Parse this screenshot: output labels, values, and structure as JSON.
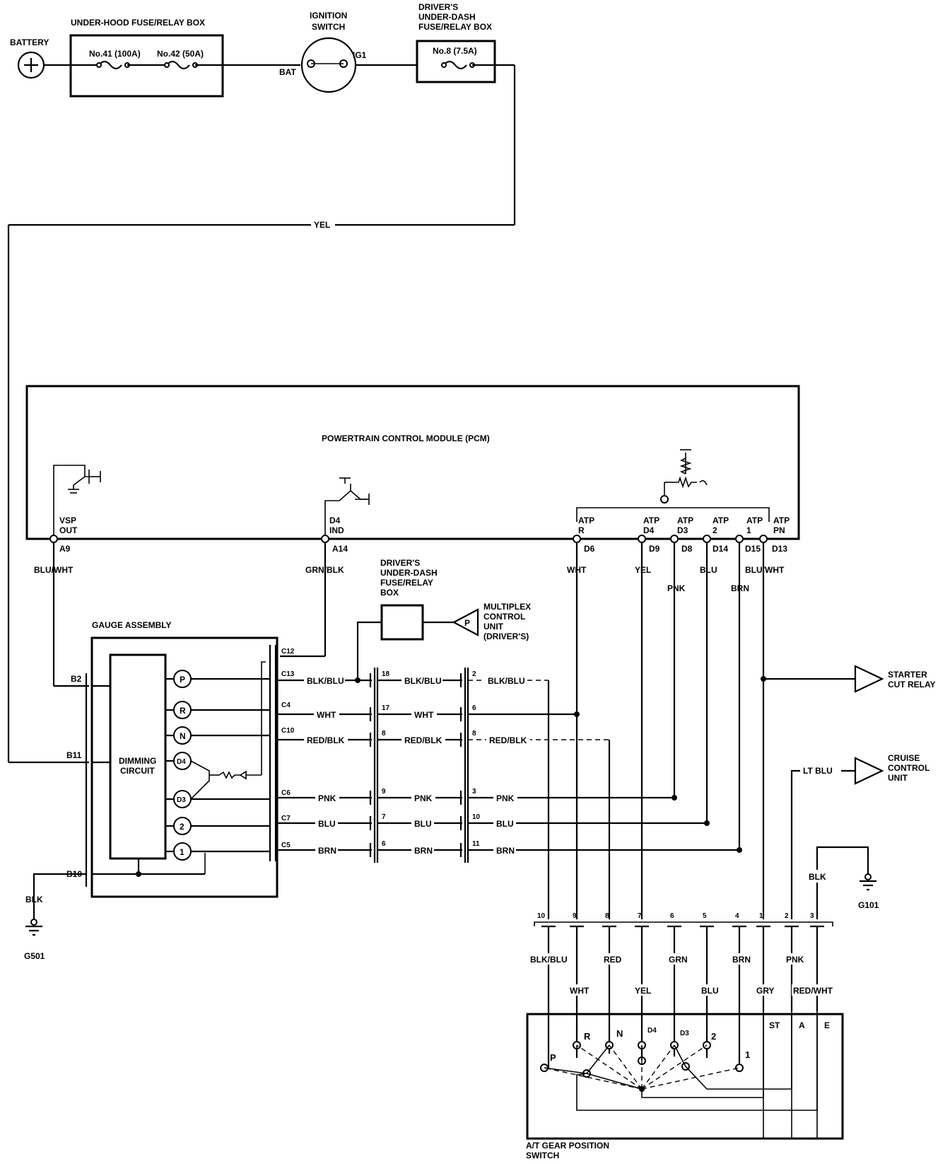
{
  "top": {
    "battery": "BATTERY",
    "underhood_box": "UNDER-HOOD FUSE/RELAY BOX",
    "fuse41": "No.41 (100A)",
    "fuse42": "No.42 (50A)",
    "ignition": [
      "IGNITION",
      "SWITCH"
    ],
    "bat": "BAT",
    "ig1": "IG1",
    "driver_box": [
      "DRIVER'S",
      "UNDER-DASH",
      "FUSE/RELAY BOX"
    ],
    "fuse8": "No.8 (7.5A)",
    "yel": "YEL"
  },
  "pcm": {
    "title": "POWERTRAIN CONTROL MODULE (PCM)",
    "vsp": [
      "VSP",
      "OUT"
    ],
    "d4ind": [
      "D4",
      "IND"
    ],
    "atp": [
      {
        "l1": "ATP",
        "l2": "R",
        "pin": "D6",
        "wire": "WHT"
      },
      {
        "l1": "ATP",
        "l2": "D4",
        "pin": "D9",
        "wire": "YEL"
      },
      {
        "l1": "ATP",
        "l2": "D3",
        "pin": "D8",
        "wire": "PNK"
      },
      {
        "l1": "ATP",
        "l2": "2",
        "pin": "D14",
        "wire": "BLU"
      },
      {
        "l1": "ATP",
        "l2": "1",
        "pin": "D15",
        "wire": "BRN"
      },
      {
        "l1": "ATP",
        "l2": "PN",
        "pin": "D13",
        "wire": "BLU/WHT"
      }
    ],
    "a9": "A9",
    "a14": "A14",
    "a9_wire": "BLU/WHT",
    "a14_wire": "GRN/BLK"
  },
  "middle": {
    "driver_box": [
      "DRIVER'S",
      "UNDER-DASH",
      "FUSE/RELAY",
      "BOX"
    ],
    "mcu": [
      "MULTIPLEX",
      "CONTROL",
      "UNIT",
      "(DRIVER'S)"
    ],
    "mcu_letter": "P",
    "starter": [
      "STARTER",
      "CUT RELAY"
    ],
    "cruise": [
      "CRUISE",
      "CONTROL",
      "UNIT"
    ],
    "lt_blu": "LT BLU",
    "blk_g101": "BLK",
    "g101": "G101"
  },
  "gauge": {
    "title": "GAUGE ASSEMBLY",
    "dimming": [
      "DIMMING",
      "CIRCUIT"
    ],
    "indicators": [
      "P",
      "R",
      "N",
      "D4",
      "D3",
      "2",
      "1"
    ],
    "b2": "B2",
    "b11": "B11",
    "b10": "B10",
    "blk": "BLK",
    "g501": "G501"
  },
  "wires": [
    {
      "c": "C12",
      "w1": "",
      "p1": "",
      "w2": "",
      "p2": "",
      "w3": ""
    },
    {
      "c": "C13",
      "w1": "BLK/BLU",
      "p1": "18",
      "w2": "BLK/BLU",
      "p2": "2",
      "w3": "BLK/BLU"
    },
    {
      "c": "C4",
      "w1": "WHT",
      "p1": "17",
      "w2": "WHT",
      "p2": "6",
      "w3": ""
    },
    {
      "c": "C10",
      "w1": "RED/BLK",
      "p1": "8",
      "w2": "RED/BLK",
      "p2": "8",
      "w3": "RED/BLK"
    },
    {
      "c": "C6",
      "w1": "PNK",
      "p1": "9",
      "w2": "PNK",
      "p2": "3",
      "w3": "PNK"
    },
    {
      "c": "C7",
      "w1": "BLU",
      "p1": "7",
      "w2": "BLU",
      "p2": "10",
      "w3": "BLU"
    },
    {
      "c": "C5",
      "w1": "BRN",
      "p1": "6",
      "w2": "BRN",
      "p2": "11",
      "w3": "BRN"
    }
  ],
  "connector": {
    "pins": [
      "10",
      "9",
      "8",
      "7",
      "6",
      "5",
      "4",
      "1",
      "2",
      "3"
    ],
    "upper": [
      "BLK/BLU",
      "RED",
      "GRN",
      "BRN",
      "PNK"
    ],
    "lower": [
      "WHT",
      "YEL",
      "BLU",
      "GRY",
      "RED/WHT"
    ]
  },
  "switch": {
    "title": [
      "A/T GEAR POSITION",
      "SWITCH"
    ],
    "positions": [
      "P",
      "R",
      "N",
      "D4",
      "D3",
      "2",
      "1"
    ],
    "st": "ST",
    "a": "A",
    "e": "E"
  }
}
